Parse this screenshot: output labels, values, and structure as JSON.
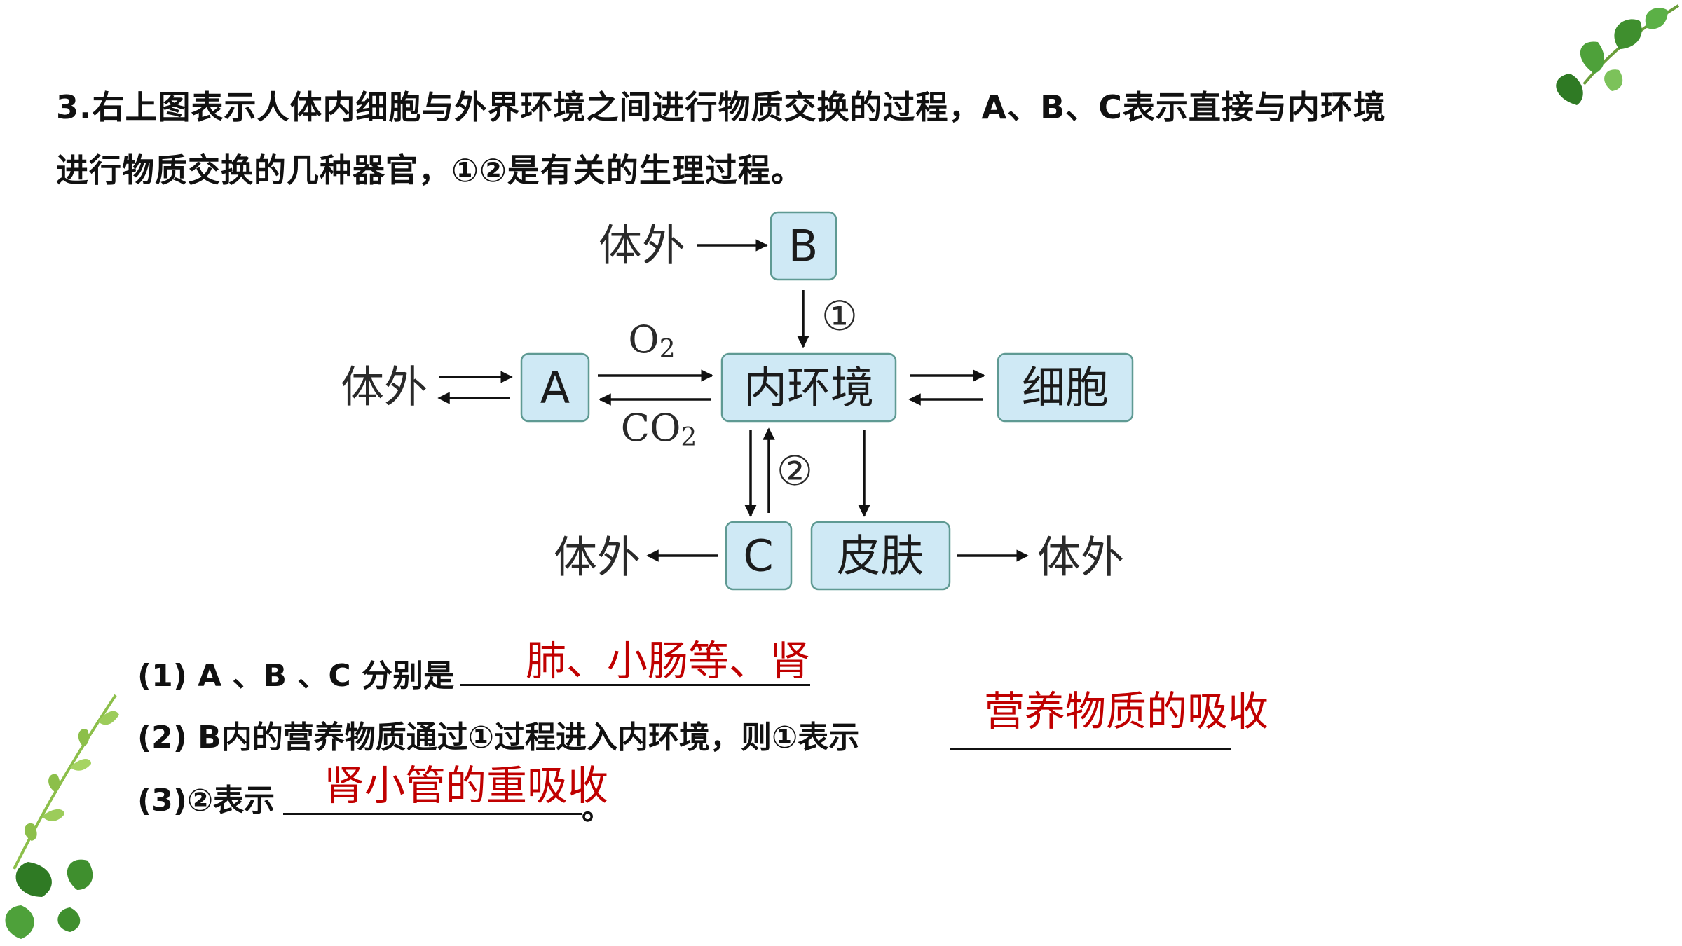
{
  "question": {
    "line1": "3.右上图表示人体内细胞与外界环境之间进行物质交换的过程，A、B、C表示直接与内环境",
    "line2": "进行物质交换的几种器官，①②是有关的生理过程。"
  },
  "diagram": {
    "boxes": {
      "a": "A",
      "b": "B",
      "c": "C",
      "inner": "内环境",
      "cell": "细胞",
      "skin": "皮肤"
    },
    "outside_label": "体外",
    "o2": "O",
    "co2": "CO",
    "subscript": "2",
    "process1": "①",
    "process2": "②"
  },
  "questions": [
    {
      "prefix": "(1) A 、B 、C 分别是",
      "answer": "肺、小肠等、肾"
    },
    {
      "prefix": "(2) B内的营养物质通过①过程进入内环境，则①表示",
      "answer": "营养物质的吸收"
    },
    {
      "prefix": "(3)②表示",
      "suffix": "。",
      "answer": "肾小管的重吸收"
    }
  ],
  "colors": {
    "box_fill": "#cfe9f5",
    "box_stroke": "#5f9a93",
    "answer": "#c00000",
    "leaf": "#3f8f2e"
  }
}
